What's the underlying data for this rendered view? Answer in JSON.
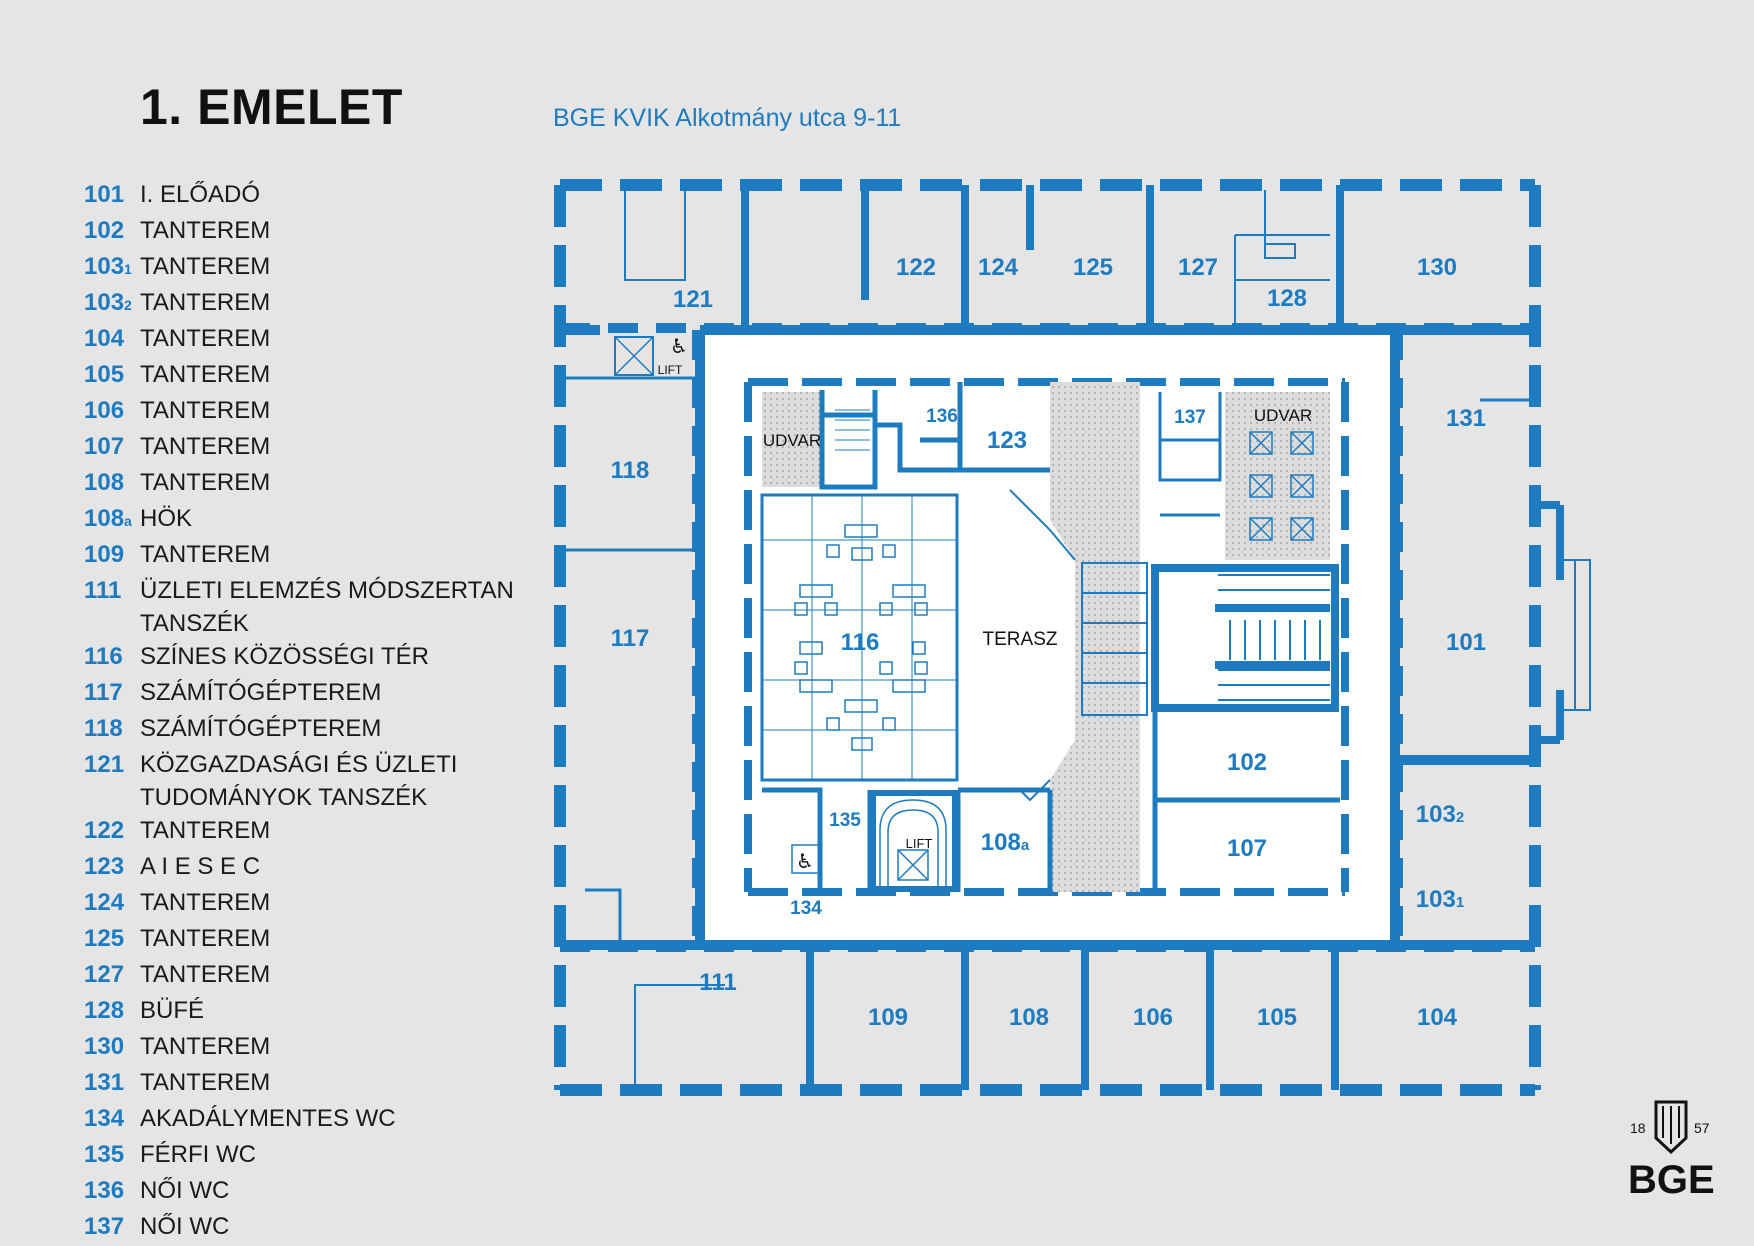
{
  "title": "1. EMELET",
  "subtitle": "BGE KVIK Alkotmány utca 9-11",
  "legend": [
    {
      "num": "101",
      "sub": "",
      "label": "I. ELŐADÓ"
    },
    {
      "num": "102",
      "sub": "",
      "label": "TANTEREM"
    },
    {
      "num": "103",
      "sub": "1",
      "label": "TANTEREM"
    },
    {
      "num": "103",
      "sub": "2",
      "label": "TANTEREM"
    },
    {
      "num": "104",
      "sub": "",
      "label": "TANTEREM"
    },
    {
      "num": "105",
      "sub": "",
      "label": "TANTEREM"
    },
    {
      "num": "106",
      "sub": "",
      "label": "TANTEREM"
    },
    {
      "num": "107",
      "sub": "",
      "label": "TANTEREM"
    },
    {
      "num": "108",
      "sub": "",
      "label": "TANTEREM"
    },
    {
      "num": "108",
      "sub": "a",
      "label": "HÖK"
    },
    {
      "num": "109",
      "sub": "",
      "label": "TANTEREM"
    },
    {
      "num": "111",
      "sub": "",
      "label": "ÜZLETI ELEMZÉS MÓDSZERTAN TANSZÉK"
    },
    {
      "num": "116",
      "sub": "",
      "label": "SZÍNES KÖZÖSSÉGI TÉR"
    },
    {
      "num": "117",
      "sub": "",
      "label": "SZÁMÍTÓGÉPTEREM"
    },
    {
      "num": "118",
      "sub": "",
      "label": "SZÁMÍTÓGÉPTEREM"
    },
    {
      "num": "121",
      "sub": "",
      "label": "KÖZGAZDASÁGI ÉS ÜZLETI TUDOMÁNYOK TANSZÉK"
    },
    {
      "num": "122",
      "sub": "",
      "label": "TANTEREM"
    },
    {
      "num": "123",
      "sub": "",
      "label": "A I E S E C"
    },
    {
      "num": "124",
      "sub": "",
      "label": "TANTEREM"
    },
    {
      "num": "125",
      "sub": "",
      "label": "TANTEREM"
    },
    {
      "num": "127",
      "sub": "",
      "label": "TANTEREM"
    },
    {
      "num": "128",
      "sub": "",
      "label": "BÜFÉ"
    },
    {
      "num": "130",
      "sub": "",
      "label": "TANTEREM"
    },
    {
      "num": "131",
      "sub": "",
      "label": "TANTEREM"
    },
    {
      "num": "134",
      "sub": "",
      "label": "AKADÁLYMENTES WC"
    },
    {
      "num": "135",
      "sub": "",
      "label": "FÉRFI WC"
    },
    {
      "num": "136",
      "sub": "",
      "label": "NŐI WC"
    },
    {
      "num": "137",
      "sub": "",
      "label": "NŐI WC"
    }
  ],
  "map_labels": {
    "r121": "121",
    "r122": "122",
    "r124": "124",
    "r125": "125",
    "r127": "127",
    "r128": "128",
    "r130": "130",
    "r118": "118",
    "r117": "117",
    "r131": "131",
    "r101": "101",
    "r102": "102",
    "r107": "107",
    "r103_2": "103",
    "r103_2_sub": "2",
    "r103_1": "103",
    "r103_1_sub": "1",
    "r111": "111",
    "r109": "109",
    "r108": "108",
    "r106": "106",
    "r105": "105",
    "r104": "104",
    "r116": "116",
    "r123": "123",
    "r136": "136",
    "r137": "137",
    "r135": "135",
    "r134": "134",
    "r108a": "108",
    "r108a_sub": "a",
    "udvar1": "UDVAR",
    "udvar2": "UDVAR",
    "terasz": "TERASZ",
    "lift1": "LIFT",
    "lift2": "LIFT"
  },
  "logo": {
    "name": "BGE",
    "year_left": "18",
    "year_right": "57"
  },
  "colors": {
    "wall": "#1f7bbf",
    "label": "#1f7bbf",
    "background": "#e5e5e5",
    "courtyard": "#ffffff"
  }
}
